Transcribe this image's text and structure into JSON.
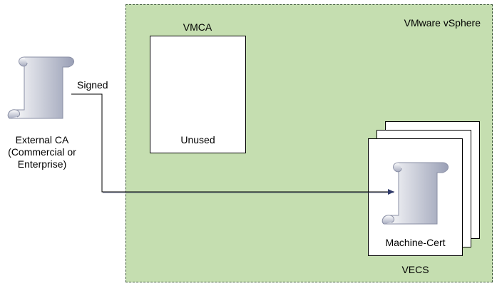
{
  "region": {
    "label": "VMware vSphere"
  },
  "vmca": {
    "title": "VMCA",
    "status": "Unused"
  },
  "vecs": {
    "label": "VECS",
    "certificate_label": "Machine-Cert"
  },
  "external_ca": {
    "line1": "External CA",
    "line2": "(Commercial or",
    "line3": "Enterprise)"
  },
  "connector": {
    "label": "Signed"
  },
  "icons": {
    "external_ca": "certificate-scroll-icon",
    "machine_cert": "certificate-scroll-icon"
  }
}
